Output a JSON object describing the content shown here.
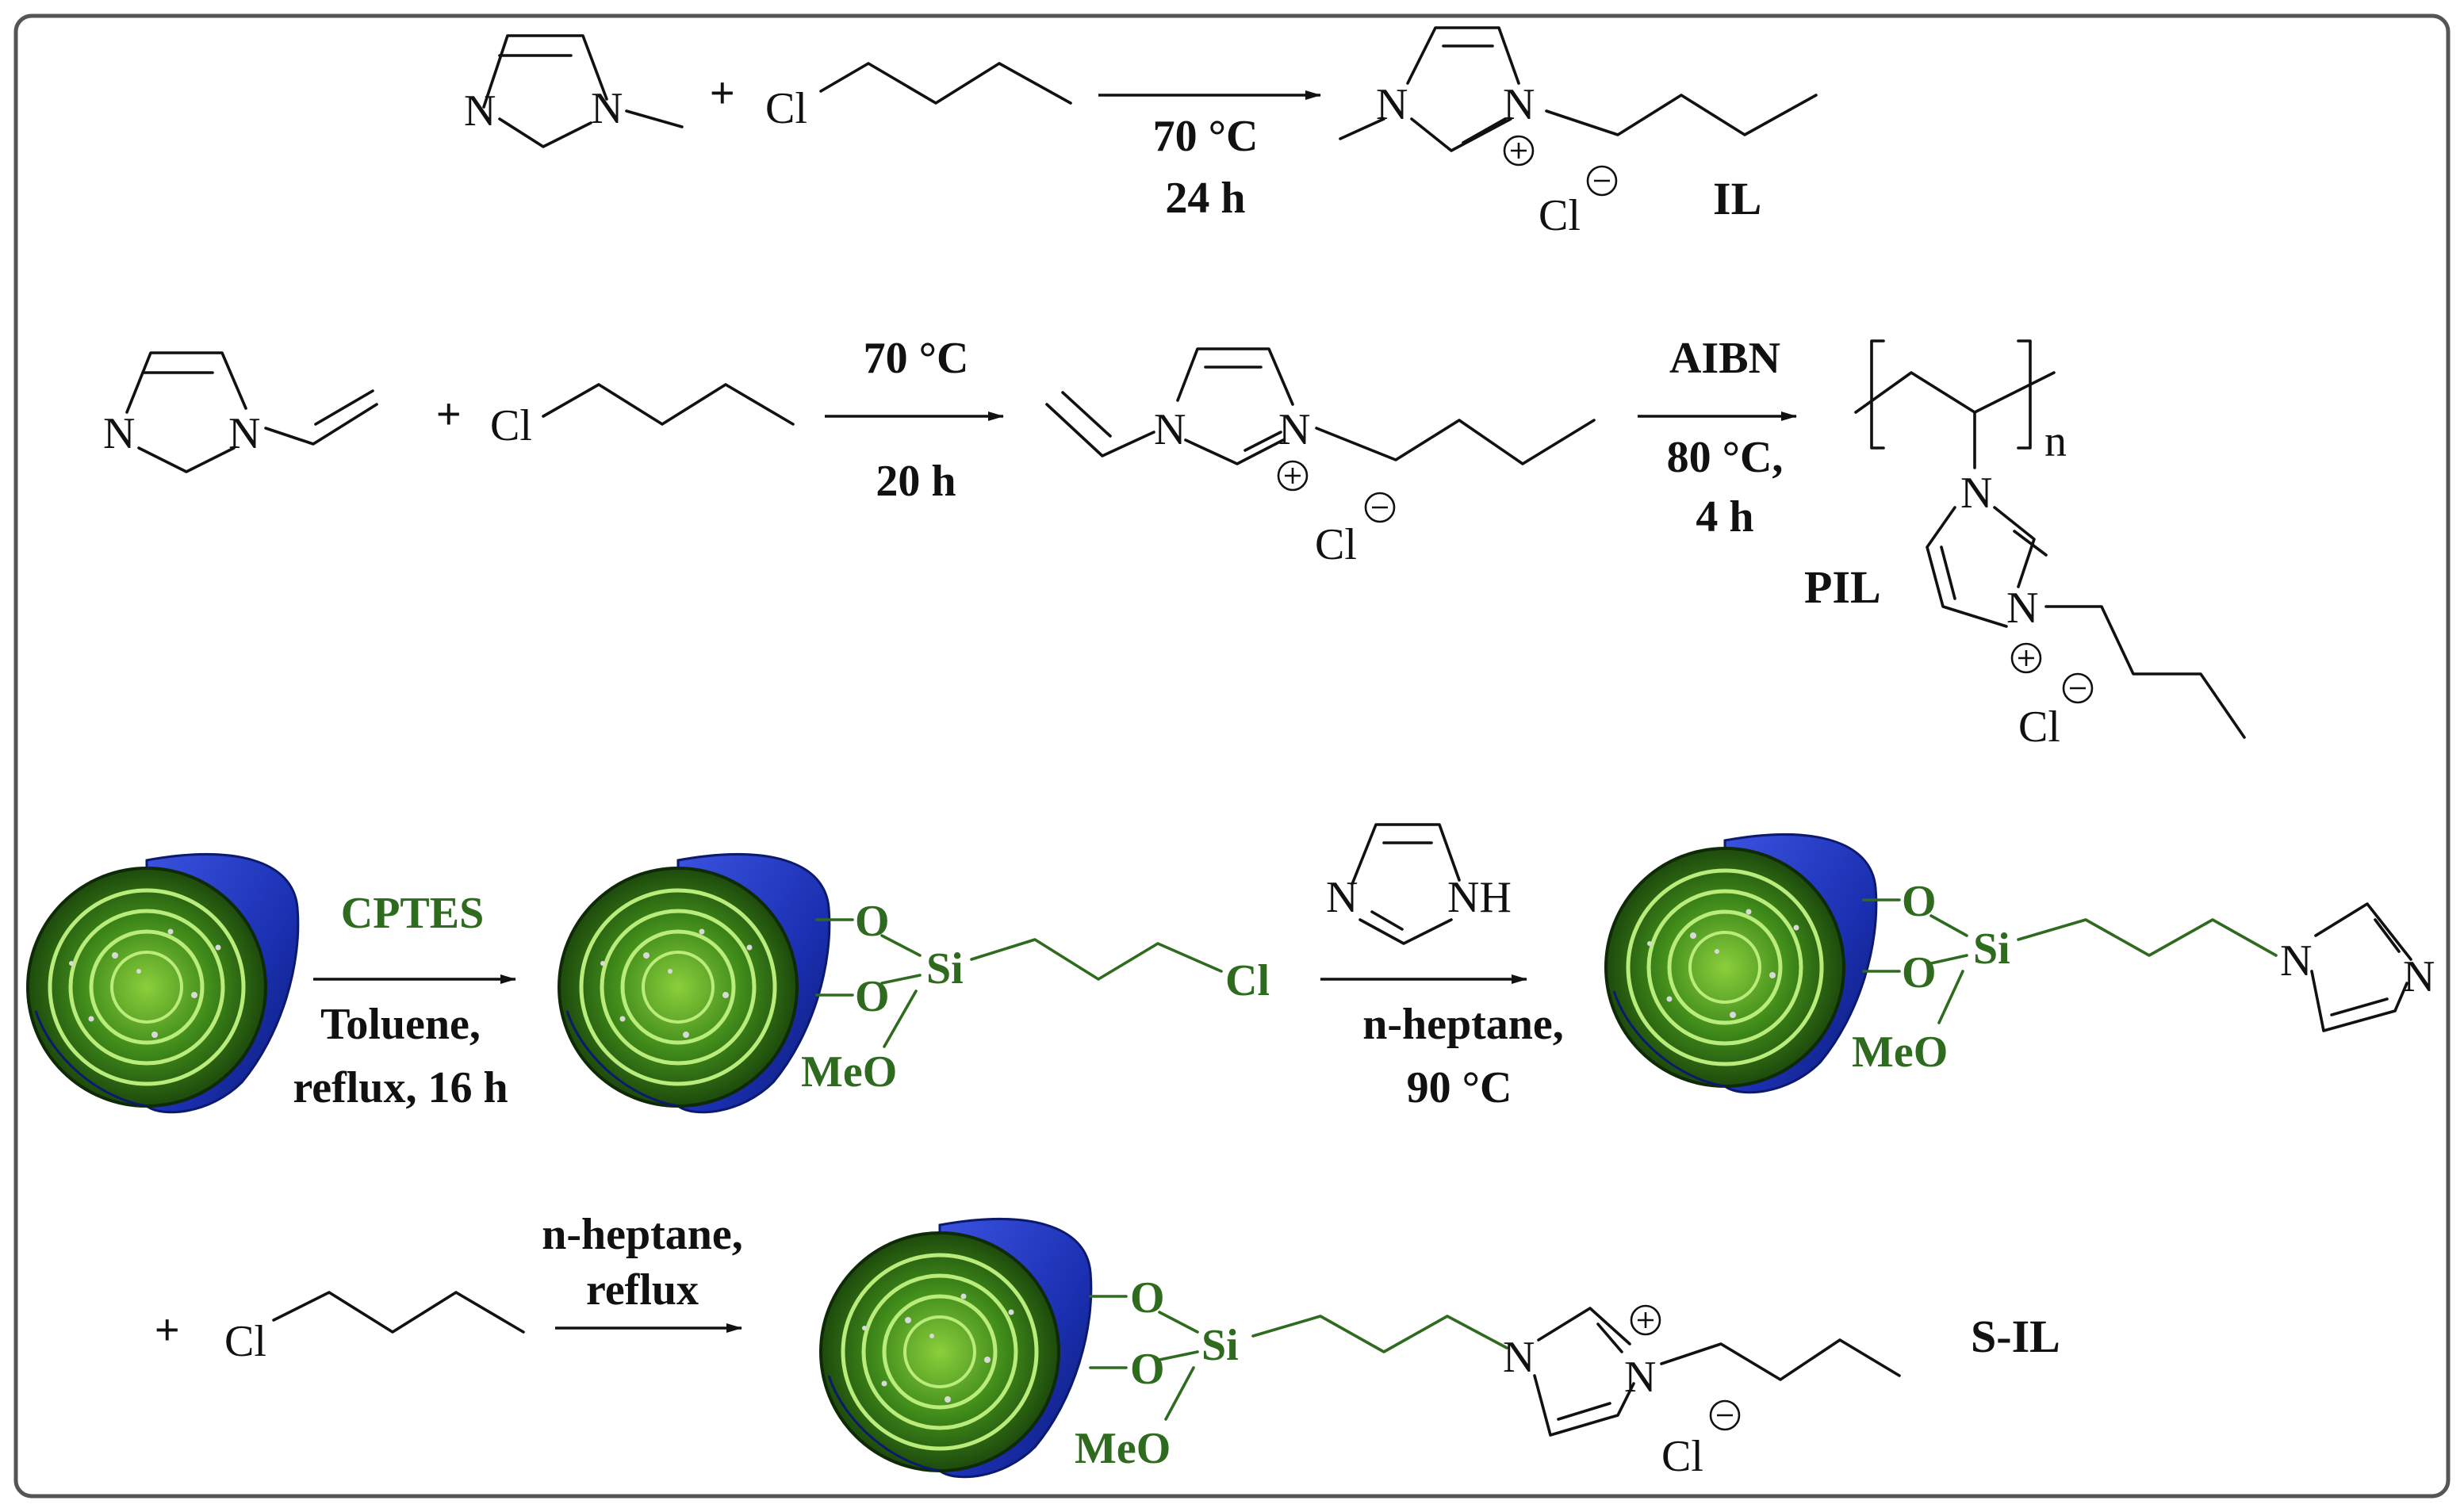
{
  "reaction1": {
    "atoms": {
      "n1": "N",
      "n2": "N",
      "cl": "Cl",
      "p_n1": "N",
      "p_n2": "N",
      "p_cl": "Cl"
    },
    "plus": "+",
    "conditions": [
      "70 °C",
      "24 h"
    ],
    "label": "IL"
  },
  "reaction2": {
    "atoms": {
      "n1": "N",
      "n2": "N",
      "cl": "Cl",
      "p_n1": "N",
      "p_n2": "N",
      "p_cl": "Cl",
      "pil_n1": "N",
      "pil_n2": "N",
      "pil_cl": "Cl"
    },
    "plus": "+",
    "conditions_1": [
      "70 °C",
      "20 h"
    ],
    "conditions_2": [
      "AIBN",
      "80 °C,",
      "4 h"
    ],
    "repeat_subscript": "n",
    "label": "PIL"
  },
  "reaction3": {
    "reagent": "CPTES",
    "conditions_1": [
      "Toluene,",
      "reflux, 16 h"
    ],
    "conditions_2": [
      "n-heptane,",
      "90 °C"
    ],
    "grafted": {
      "o1": "O",
      "o2": "O",
      "si": "Si",
      "meo": "MeO",
      "cl": "Cl"
    },
    "imidazole": {
      "n": "N",
      "nh": "NH"
    },
    "grafted_imidazole": {
      "o1": "O",
      "o2": "O",
      "si": "Si",
      "meo": "MeO",
      "n1": "N",
      "n2": "N"
    }
  },
  "reaction4": {
    "plus": "+",
    "atoms": {
      "cl": "Cl"
    },
    "conditions": [
      "n-heptane,",
      "reflux"
    ],
    "product": {
      "o1": "O",
      "o2": "O",
      "si": "Si",
      "meo": "MeO",
      "n1": "N",
      "n2": "N",
      "cl": "Cl"
    },
    "label": "S-IL"
  },
  "colors": {
    "frame": "#555555",
    "ink": "#111111",
    "green": "#2f6b1f",
    "tube_blue": "#1a2fb0",
    "tube_green": "#3f8a1a"
  }
}
